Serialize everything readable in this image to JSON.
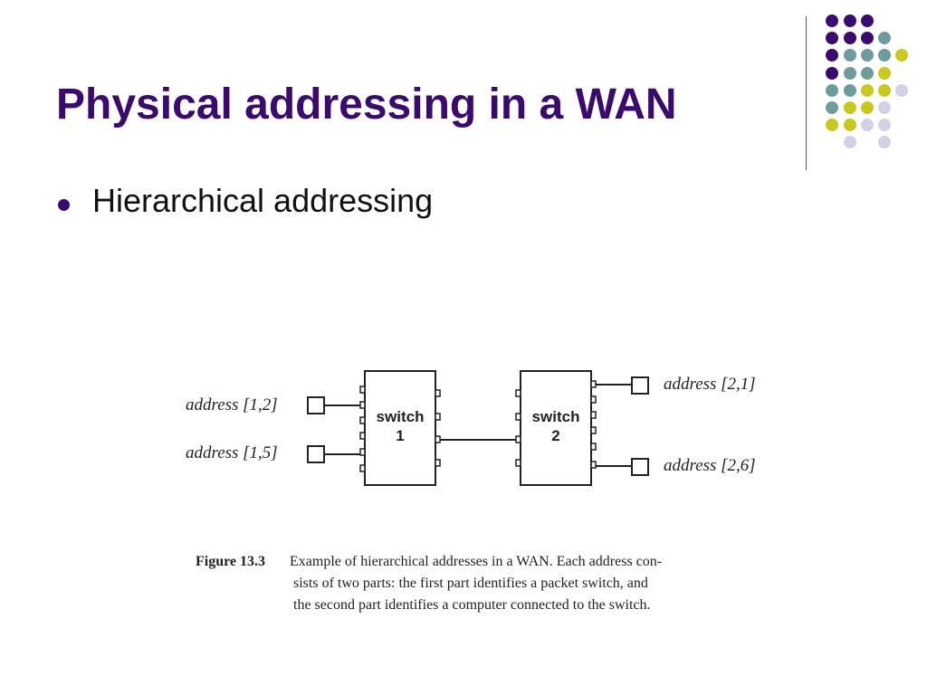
{
  "slide": {
    "title": "Physical addressing in a WAN",
    "bullet": "Hierarchical addressing"
  },
  "colors": {
    "title": "#3b0a6e",
    "dot_purple": "#3b0a6e",
    "dot_teal": "#6e9c9c",
    "dot_yellow": "#c8c81e",
    "dot_lavender": "#d2d2e6"
  },
  "figure": {
    "switch1": {
      "line1": "switch",
      "line2": "1"
    },
    "switch2": {
      "line1": "switch",
      "line2": "2"
    },
    "addresses": {
      "a12": "address [1,2]",
      "a15": "address [1,5]",
      "a21": "address [2,1]",
      "a26": "address [2,6]"
    },
    "caption": {
      "label": "Figure 13.3",
      "line1": "Example of hierarchical addresses in a WAN.  Each address con-",
      "line2": "sists of two parts: the first part identifies a packet switch, and",
      "line3": "the second part identifies a computer connected to the switch."
    }
  }
}
